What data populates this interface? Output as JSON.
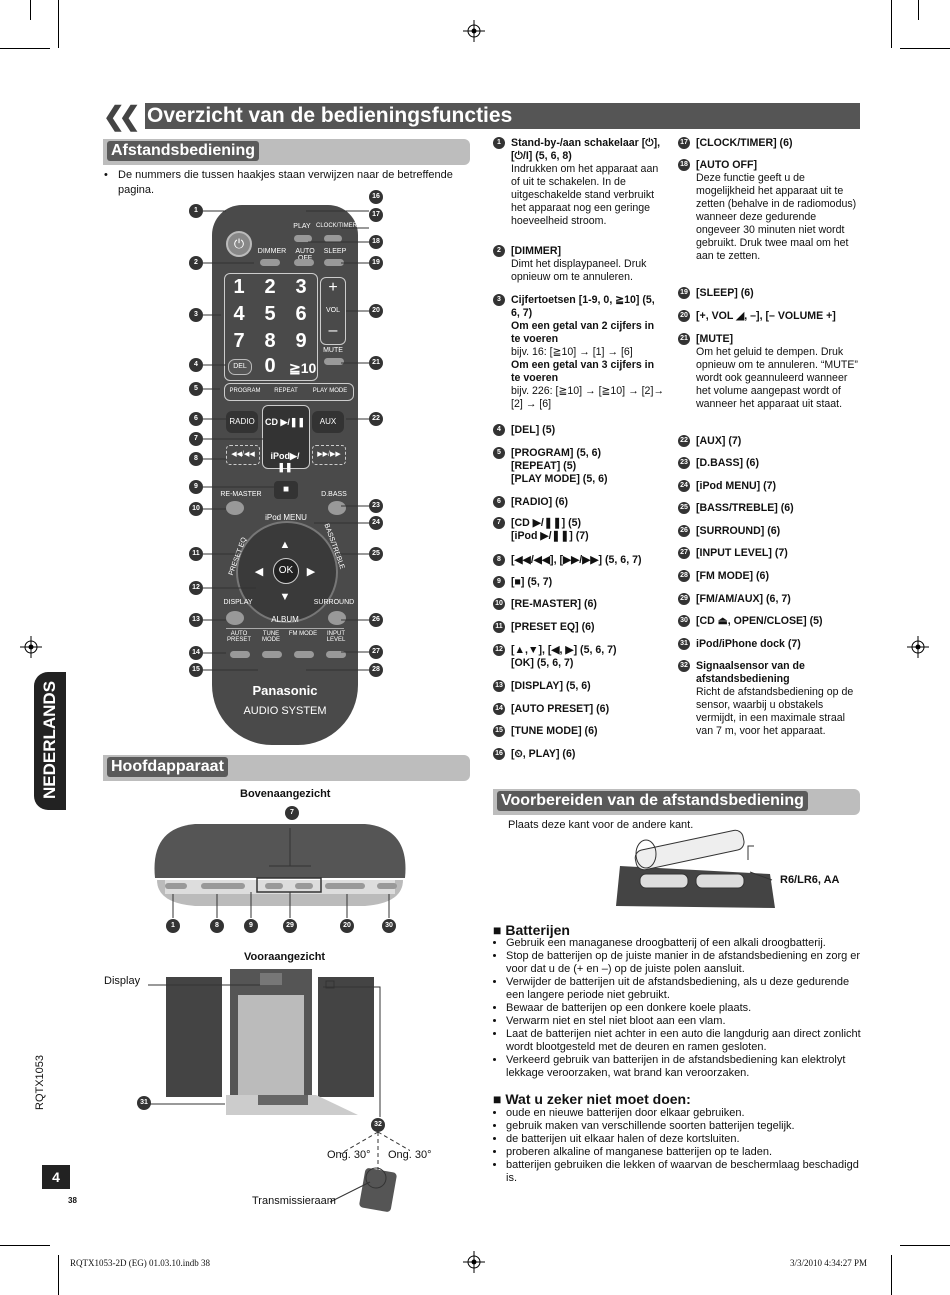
{
  "banner_title": "Overzicht van de bedieningsfuncties",
  "sections": {
    "remote": "Afstandsbediening",
    "main_unit": "Hoofdapparaat",
    "prepare": "Voorbereiden van de afstandsbediening"
  },
  "remote_note": "De nummers die tussen haakjes staan verwijzen naar de betreffende pagina.",
  "side_tab": "NEDERLANDS",
  "doc_code": "RQTX1053",
  "page_num_box": "4",
  "page_num": "38",
  "footer_left": "RQTX1053-2D (EG) 01.03.10.indb   38",
  "footer_right": "3/3/2010   4:34:27 PM",
  "remote_labels": {
    "play": "PLAY",
    "clock": "CLOCK/TIMER",
    "dimmer": "DIMMER",
    "autooff": "AUTO OFF",
    "sleep": "SLEEP",
    "vol": "VOL",
    "mute": "MUTE",
    "del": "DEL",
    "program": "PROGRAM",
    "repeat": "REPEAT",
    "playmode": "PLAY MODE",
    "radio": "RADIO",
    "aux": "AUX",
    "cd": "CD ▶/❚❚",
    "ipod": "iPod▶/❚❚",
    "remaster": "RE-MASTER",
    "dbass": "D.BASS",
    "ipodmenu": "iPod MENU",
    "preseteq": "PRESET EQ",
    "basstreble": "BASS/TREBLE",
    "ok": "OK",
    "display": "DISPLAY",
    "surround": "SURROUND",
    "album": "ALBUM",
    "autopreset": "AUTO PRESET",
    "tunemode": "TUNE MODE",
    "fmmode": "FM MODE",
    "inputlevel": "INPUT LEVEL",
    "brand": "Panasonic",
    "system": "AUDIO SYSTEM",
    "keys": [
      "1",
      "2",
      "3",
      "4",
      "5",
      "6",
      "7",
      "8",
      "9",
      "0",
      "≧10"
    ]
  },
  "views": {
    "top": "Bovenaangezicht",
    "front": "Vooraangezicht",
    "display": "Display",
    "angle_left": "Ong. 30°",
    "angle_right": "Ong. 30°",
    "window": "Transmissieraam"
  },
  "func_col1": [
    {
      "n": "1",
      "text": "Stand-by-/aan schakelaar [⏻], [⏻/I] (5, 6, 8)\nIndrukken om het apparaat aan of uit te schakelen. In de uitgeschakelde stand verbruikt het apparaat nog een geringe hoeveelheid stroom."
    },
    {
      "n": "2",
      "text": "[DIMMER]\nDimt het displaypaneel. Druk opnieuw om te annuleren."
    },
    {
      "n": "3",
      "text": "Cijfertoetsen [1-9, 0, ≧10] (5, 6, 7)\nOm een getal van 2 cijfers in te voeren\nbijv. 16: [≧10] → [1] → [6]\nOm een getal van 3 cijfers in te voeren\nbijv. 226: [≧10] → [≧10] → [2]→ [2] → [6]"
    },
    {
      "n": "4",
      "text": "[DEL] (5)"
    },
    {
      "n": "5",
      "text": "[PROGRAM] (5, 6)\n[REPEAT] (5)\n[PLAY MODE] (5, 6)"
    },
    {
      "n": "6",
      "text": "[RADIO] (6)"
    },
    {
      "n": "7",
      "text": "[CD ▶/❚❚] (5)\n[iPod ▶/❚❚] (7)"
    },
    {
      "n": "8",
      "text": "[◀◀/◀◀], [▶▶/▶▶] (5, 6, 7)"
    },
    {
      "n": "9",
      "text": "[■] (5, 7)"
    },
    {
      "n": "10",
      "text": "[RE-MASTER] (6)"
    },
    {
      "n": "11",
      "text": "[PRESET EQ] (6)"
    },
    {
      "n": "12",
      "text": "[▲,▼], [◀, ▶] (5, 6, 7)\n[OK] (5, 6, 7)"
    },
    {
      "n": "13",
      "text": "[DISPLAY] (5, 6)"
    },
    {
      "n": "14",
      "text": "[AUTO PRESET] (6)"
    },
    {
      "n": "15",
      "text": "[TUNE MODE] (6)"
    },
    {
      "n": "16",
      "text": "[⏲, PLAY] (6)"
    }
  ],
  "func_col2": [
    {
      "n": "17",
      "text": "[CLOCK/TIMER] (6)"
    },
    {
      "n": "18",
      "text": "[AUTO OFF]\nDeze functie geeft u de mogelijkheid het apparaat uit te zetten (behalve in de radiomodus) wanneer deze gedurende ongeveer 30 minuten niet wordt gebruikt. Druk twee maal om het aan te zetten."
    },
    {
      "n": "19",
      "text": "[SLEEP] (6)"
    },
    {
      "n": "20",
      "text": "[+, VOL ◢, –], [– VOLUME +]"
    },
    {
      "n": "21",
      "text": "[MUTE]\nOm het geluid te dempen. Druk opnieuw om te annuleren. “MUTE” wordt ook geannuleerd wanneer het volume aangepast wordt of wanneer het apparaat uit staat."
    },
    {
      "n": "22",
      "text": "[AUX] (7)"
    },
    {
      "n": "23",
      "text": "[D.BASS] (6)"
    },
    {
      "n": "24",
      "text": "[iPod MENU] (7)"
    },
    {
      "n": "25",
      "text": "[BASS/TREBLE] (6)"
    },
    {
      "n": "26",
      "text": "[SURROUND] (6)"
    },
    {
      "n": "27",
      "text": "[INPUT LEVEL] (7)"
    },
    {
      "n": "28",
      "text": "[FM MODE] (6)"
    },
    {
      "n": "29",
      "text": "[FM/AM/AUX] (6, 7)"
    },
    {
      "n": "30",
      "text": "[CD ⏏, OPEN/CLOSE] (5)"
    },
    {
      "n": "31",
      "text": "iPod/iPhone dock (7)"
    },
    {
      "n": "32",
      "text": "Signaalsensor van de afstandsbediening\nRicht de afstandsbediening op de sensor, waarbij u obstakels vermijdt, in een maximale straal van 7 m, voor het apparaat."
    }
  ],
  "battery_caption": "Plaats deze kant voor de andere kant.",
  "battery_type": "R6/LR6, AA",
  "batteries_title": "Batterijen",
  "batteries": [
    "Gebruik een managanese droogbatterij of een alkali droogbatterij.",
    "Stop de batterijen op de juiste manier in de afstandsbediening en zorg er voor dat u de (+ en –) op de juiste polen aansluit.",
    "Verwijder de batterijen uit de afstandsbediening, als u deze gedurende een langere periode niet gebruikt.",
    "Bewaar de batterijen op een donkere koele plaats.",
    "Verwarm niet en stel niet bloot aan een vlam.",
    "Laat de batterijen niet achter in een auto die langdurig aan direct zonlicht wordt blootgesteld met de deuren en ramen gesloten.",
    "Verkeerd gebruik van batterijen in de afstandsbediening kan elektrolyt lekkage veroorzaken, wat brand kan veroorzaken."
  ],
  "dont_title": "Wat u zeker niet moet doen:",
  "dont": [
    "oude en nieuwe batterijen door elkaar gebruiken.",
    "gebruik maken van verschillende soorten batterijen tegelijk.",
    "de batterijen uit elkaar halen of deze kortsluiten.",
    "proberen alkaline of manganese batterijen op te laden.",
    "batterijen gebruiken die lekken of waarvan de beschermlaag beschadigd is."
  ],
  "callouts_remote": [
    "1",
    "2",
    "3",
    "4",
    "5",
    "6",
    "7",
    "8",
    "9",
    "10",
    "11",
    "12",
    "13",
    "14",
    "15",
    "16",
    "17",
    "18",
    "19",
    "20",
    "21",
    "22",
    "23",
    "24",
    "25",
    "26",
    "27",
    "28"
  ],
  "callouts_top": [
    "7",
    "1",
    "8",
    "9",
    "29",
    "20",
    "30"
  ],
  "callouts_front": [
    "31",
    "32"
  ]
}
